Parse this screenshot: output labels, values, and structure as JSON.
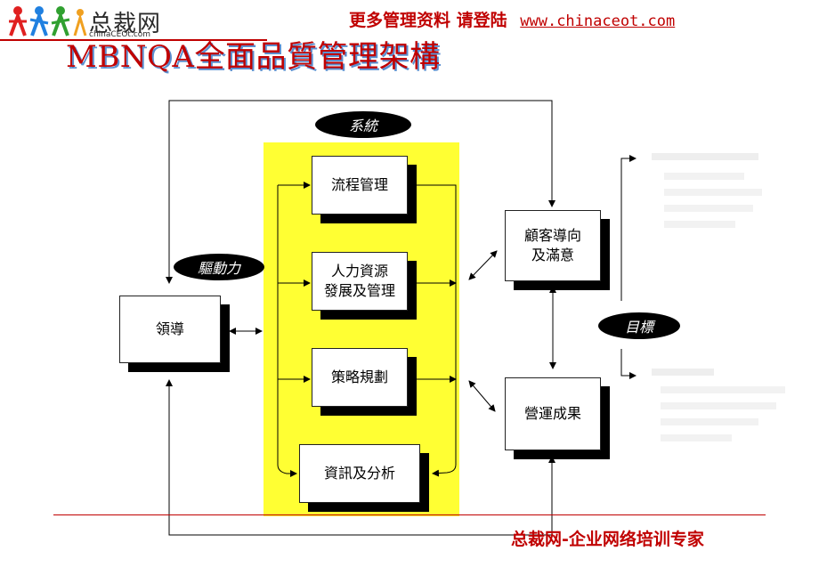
{
  "header": {
    "logo_text": "总裁网",
    "logo_sub": "chinaCEOt.com",
    "promo_text": "更多管理资料   请登陆",
    "promo_url": "www.chinaceot.com",
    "slide_title": "MBNQA全面品質管理架構"
  },
  "diagram": {
    "system_label": "系統",
    "drive_label": "驅動力",
    "goal_label": "目標",
    "leadership": "領導",
    "process": "流程管理",
    "hr_line1": "人力資源",
    "hr_line2": "發展及管理",
    "strategy": "策略規劃",
    "info": "資訊及分析",
    "customer_line1": "顧客導向",
    "customer_line2": "及滿意",
    "results": "營運成果"
  },
  "footer": {
    "text": "总裁网-企业网络培训专家"
  },
  "colors": {
    "accent_red": "#c00000",
    "panel_yellow": "#ffff33",
    "title_shadow_blue": "#5a8fd0"
  }
}
